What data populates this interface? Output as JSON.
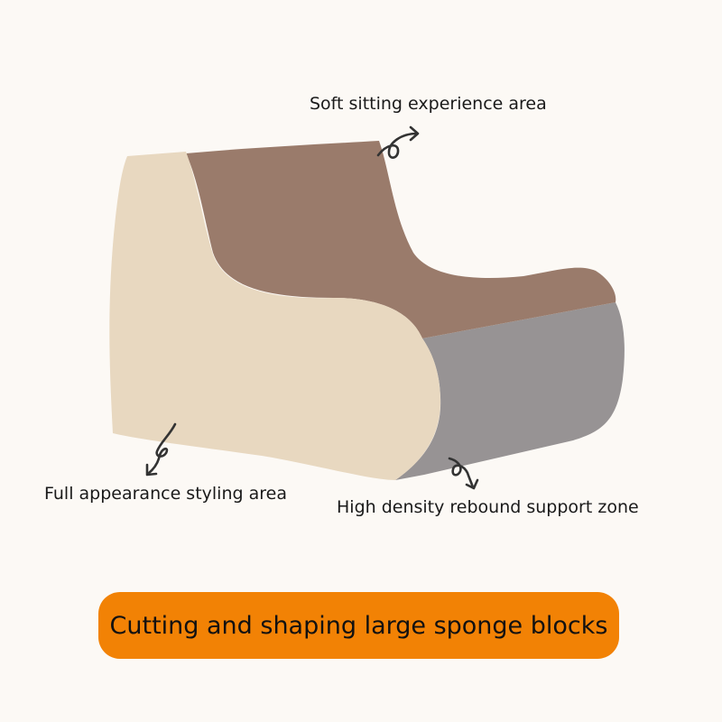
{
  "labels": {
    "top": "Soft sitting experience area",
    "left": "Full appearance styling area",
    "right": "High density rebound support zone"
  },
  "banner": {
    "text": "Cutting and shaping large sponge blocks"
  },
  "colors": {
    "background": "#fcf9f5",
    "seat_brown": "#9a7b6b",
    "side_cream": "#e8d8c0",
    "base_gray": "#979394",
    "banner_orange": "#f28205",
    "arrow_dark": "#333333"
  },
  "icons": [
    "curly-arrow-icon",
    "curly-arrow-icon",
    "curly-arrow-icon"
  ]
}
